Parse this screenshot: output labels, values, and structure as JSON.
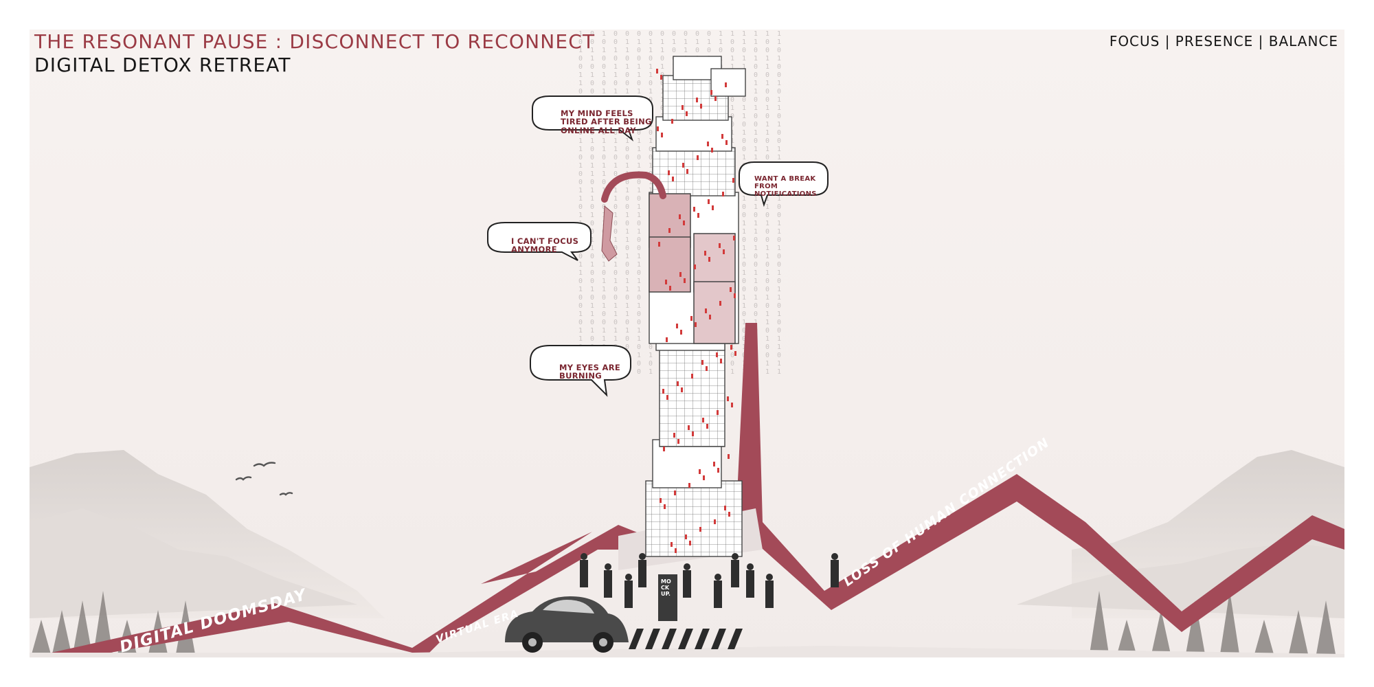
{
  "header": {
    "title": "THE RESONANT PAUSE : DISCONNECT TO RECONNECT",
    "subtitle": "DIGITAL DETOX RETREAT",
    "tagline": "FOCUS | PRESENCE | BALANCE"
  },
  "bubbles": {
    "mind": "MY MIND FEELS\nTIRED AFTER BEING\nONLINE ALL DAY",
    "break": "WANT A BREAK\nFROM\nNOTIFICATIONS",
    "focus": "I CAN'T FOCUS\nANYMORE",
    "eyes": "MY EYES ARE\nBURNING"
  },
  "band_labels": {
    "doomsday": "DIGITAL DOOMSDAY",
    "virtual": "VIRTUAL ERA",
    "loss": "LOSS OF HUMAN CONNECTION"
  },
  "signage": {
    "kiosk": "MO\nCK\nUP."
  },
  "binary_rain": "1 0 1 0 0 1 1 0 1 0 0 1 0 1 1 0 1 0 0 1 1 0 1",
  "colors": {
    "accent": "#a34a58",
    "accent_dark": "#7a2630",
    "title_red": "#9a3a44",
    "ink": "#161616",
    "paper": "#f6f1ef"
  }
}
